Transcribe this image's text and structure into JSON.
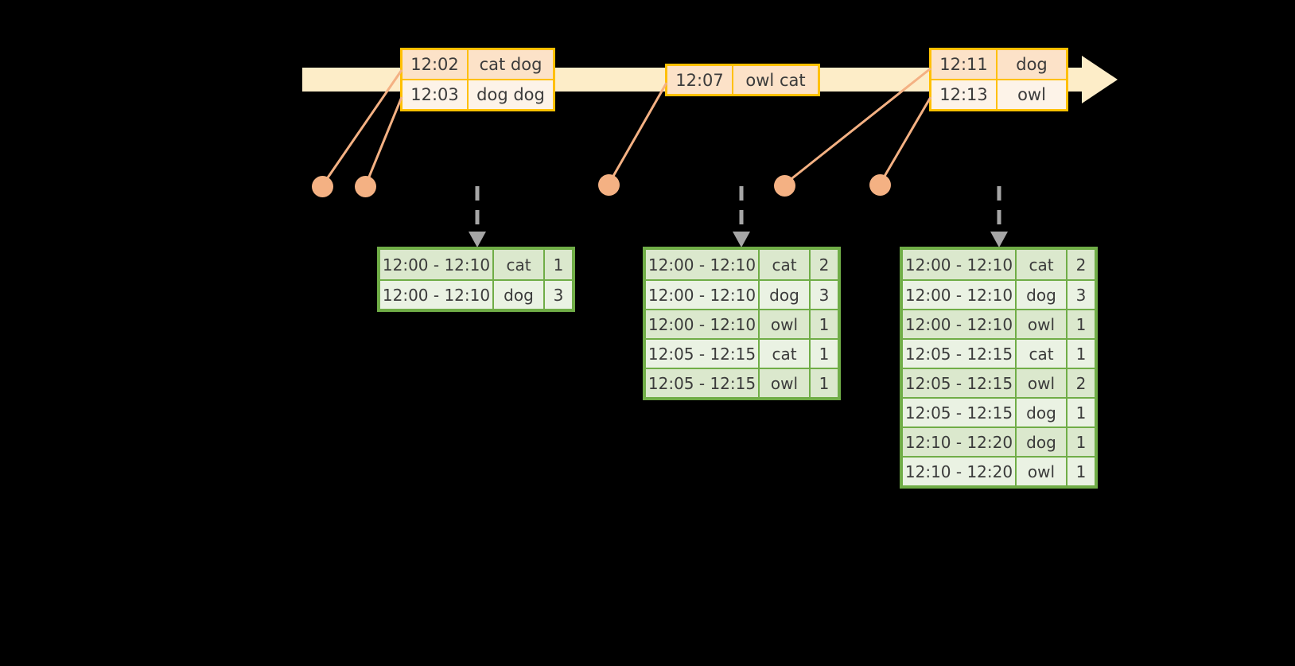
{
  "timeline": {
    "bar_color": "#fdedc8",
    "border_color": "#ffc000",
    "events": [
      {
        "id": "event-group-1",
        "rows": [
          {
            "time": "12:02",
            "value": "cat dog"
          },
          {
            "time": "12:03",
            "value": "dog dog"
          }
        ]
      },
      {
        "id": "event-group-2",
        "rows": [
          {
            "time": "12:07",
            "value": "owl cat"
          }
        ]
      },
      {
        "id": "event-group-3",
        "rows": [
          {
            "time": "12:11",
            "value": "dog"
          },
          {
            "time": "12:13",
            "value": "owl"
          }
        ]
      }
    ]
  },
  "accent": {
    "dot_color": "#f4b183",
    "line_color": "#f4b183",
    "arrow_color": "#a6a6a6",
    "table_border": "#70ad47",
    "row_shade_a": "#dbe8cd",
    "row_shade_b": "#eaf2e3"
  },
  "results": [
    {
      "id": "result-table-1",
      "rows": [
        {
          "window": "12:00 - 12:10",
          "key": "cat",
          "count": "1"
        },
        {
          "window": "12:00 - 12:10",
          "key": "dog",
          "count": "3"
        }
      ]
    },
    {
      "id": "result-table-2",
      "rows": [
        {
          "window": "12:00 - 12:10",
          "key": "cat",
          "count": "2"
        },
        {
          "window": "12:00 - 12:10",
          "key": "dog",
          "count": "3"
        },
        {
          "window": "12:00 - 12:10",
          "key": "owl",
          "count": "1"
        },
        {
          "window": "12:05 - 12:15",
          "key": "cat",
          "count": "1"
        },
        {
          "window": "12:05 - 12:15",
          "key": "owl",
          "count": "1"
        }
      ]
    },
    {
      "id": "result-table-3",
      "rows": [
        {
          "window": "12:00 - 12:10",
          "key": "cat",
          "count": "2"
        },
        {
          "window": "12:00 - 12:10",
          "key": "dog",
          "count": "3"
        },
        {
          "window": "12:00 - 12:10",
          "key": "owl",
          "count": "1"
        },
        {
          "window": "12:05 - 12:15",
          "key": "cat",
          "count": "1"
        },
        {
          "window": "12:05 - 12:15",
          "key": "owl",
          "count": "2"
        },
        {
          "window": "12:05 - 12:15",
          "key": "dog",
          "count": "1"
        },
        {
          "window": "12:10 - 12:20",
          "key": "dog",
          "count": "1"
        },
        {
          "window": "12:10 - 12:20",
          "key": "owl",
          "count": "1"
        }
      ]
    }
  ]
}
